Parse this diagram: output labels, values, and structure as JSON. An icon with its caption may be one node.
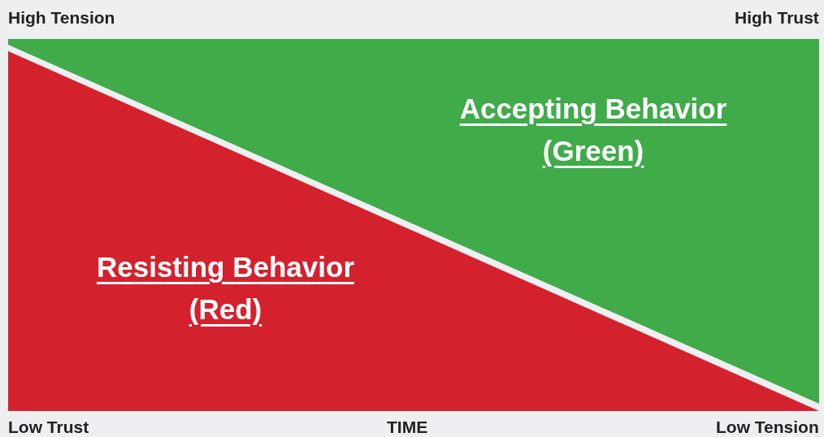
{
  "diagram": {
    "nodes": [
      {
        "text": [
          "Accepting Behavior (Green)"
        ]
      },
      {
        "text": [
          "Resisting Behavior (Red)"
        ]
      }
    ],
    "labels": [
      "High Tension",
      "High Trust",
      "Low Trust",
      "TIME",
      "Low Tension"
    ]
  }
}
